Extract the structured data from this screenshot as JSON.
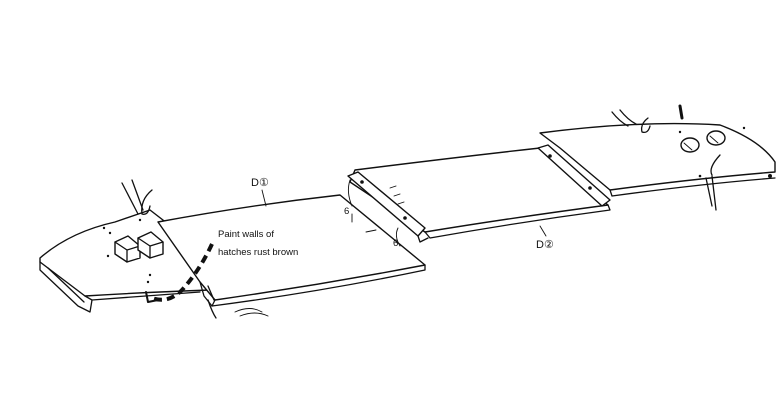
{
  "labels": {
    "part_d1": "D①",
    "part_d2": "D②",
    "note_line1": "Paint walls of",
    "note_line2": "hatches rust brown",
    "dim_left": "6",
    "dim_right": "6"
  },
  "colors": {
    "ink": "#111111",
    "paper": "#ffffff"
  }
}
